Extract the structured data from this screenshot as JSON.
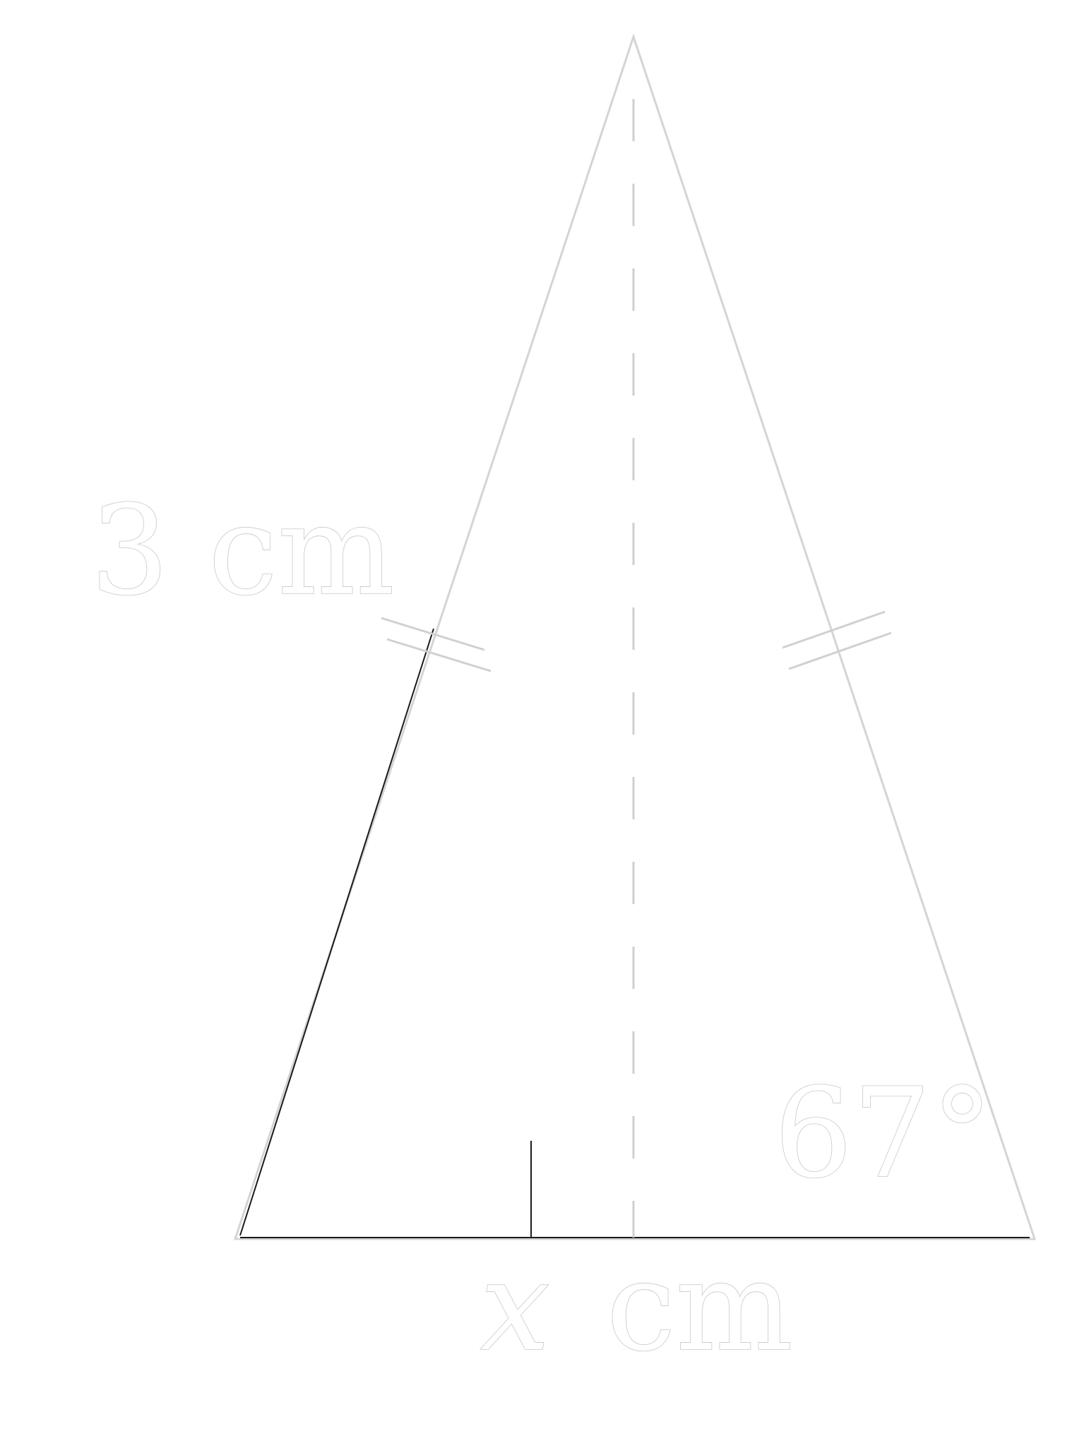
{
  "labels": {
    "side": "3 cm",
    "base_var": "x",
    "base_unit": "cm",
    "angle": "67°"
  }
}
